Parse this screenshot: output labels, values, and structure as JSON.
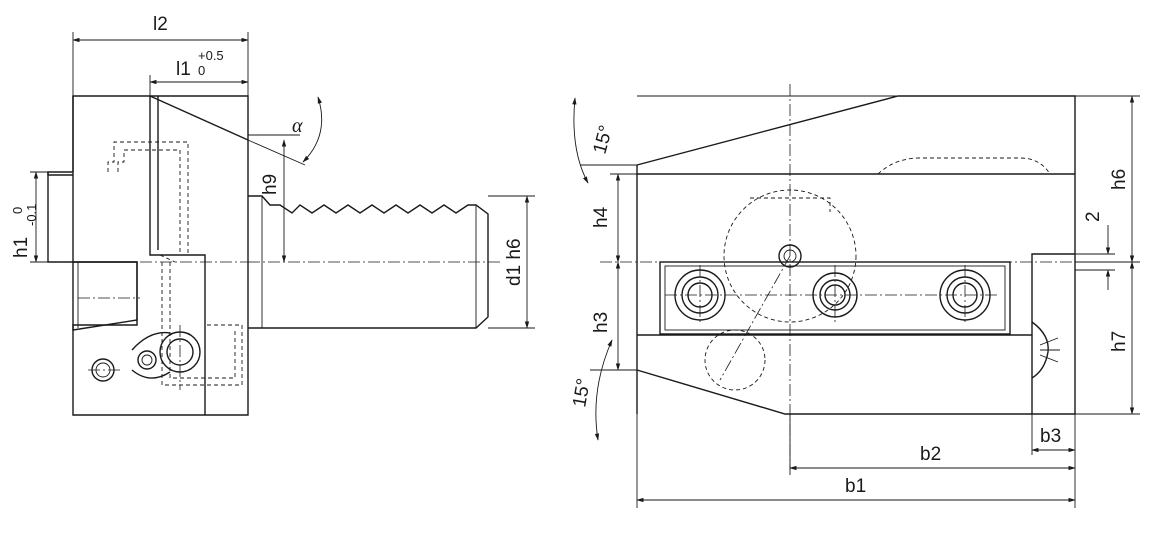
{
  "labels": {
    "l2": "l2",
    "l1": "l1",
    "l1_upper": "+0.5",
    "l1_lower": "0",
    "alpha": "α",
    "h9": "h9",
    "h1": "h1",
    "h1_upper": "0",
    "h1_lower": "-0.1",
    "d1h6": "d1 h6",
    "angle_top": "15°",
    "angle_bottom": "15°",
    "h4": "h4",
    "h3": "h3",
    "h6": "h6",
    "two": "2",
    "h7": "h7",
    "b3": "b3",
    "b2": "b2",
    "b1": "b1"
  }
}
